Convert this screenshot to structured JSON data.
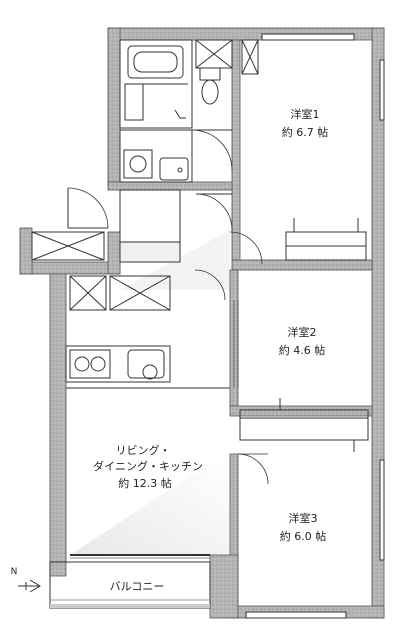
{
  "rooms": {
    "western1": {
      "name": "洋室1",
      "size": "約 6.7 帖"
    },
    "western2": {
      "name": "洋室2",
      "size": "約 4.6 帖"
    },
    "western3": {
      "name": "洋室3",
      "size": "約 6.0 帖"
    },
    "ldk": {
      "name_line1": "リビング・",
      "name_line2": "ダイニング・キッチン",
      "size": "約 12.3 帖"
    },
    "balcony": {
      "name": "バルコニー"
    }
  },
  "compass": {
    "label": "N"
  },
  "colors": {
    "wall": "#a9a9a9",
    "line": "#333333",
    "stripe": "#e6e6e6"
  }
}
